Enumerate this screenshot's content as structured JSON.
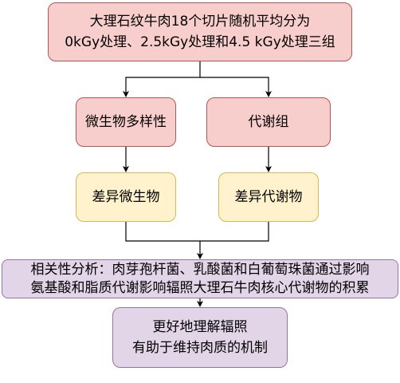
{
  "nodes": {
    "top": {
      "line1": "大理石纹牛肉18个切片随机平均分为",
      "line2": "0kGy处理、2.5kGy处理和4.5 kGy处理三组"
    },
    "microbial_diversity": {
      "label": "微生物多样性"
    },
    "metabolome": {
      "label": "代谢组"
    },
    "diff_microbes": {
      "label": "差异微生物"
    },
    "diff_metabolites": {
      "label": "差异代谢物"
    },
    "correlation": {
      "line1": "相关性分析：肉芽孢杆菌、乳酸菌和白葡萄珠菌通过影响",
      "line2": "氨基酸和脂质代谢影响辐照大理石牛肉核心代谢物的积累"
    },
    "conclusion": {
      "line1": "更好地理解辐照",
      "line2": "有助于维持肉质的机制"
    }
  },
  "colors": {
    "red_fill": "#f8cecc",
    "red_stroke": "#b85450",
    "yellow_fill": "#fff2cc",
    "yellow_stroke": "#d6b656",
    "purple_fill": "#e1d5e7",
    "purple_stroke": "#9673a6",
    "arrow": "#000000"
  }
}
